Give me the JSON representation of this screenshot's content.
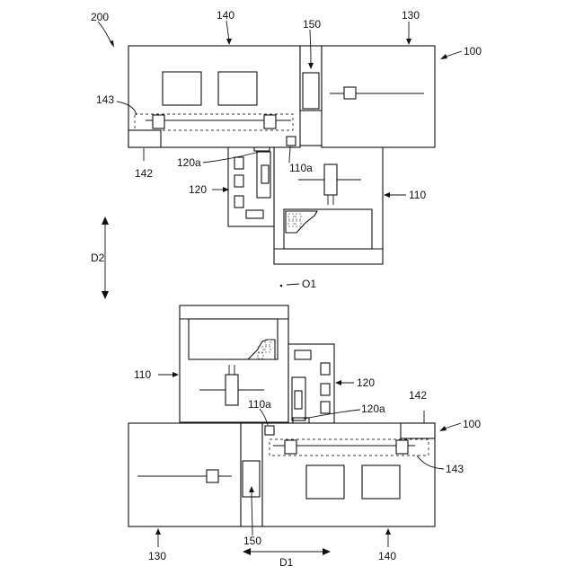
{
  "labels": {
    "system": "200",
    "unit_140": "140",
    "unit_150": "150",
    "unit_130": "130",
    "unit_100": "100",
    "unit_143": "143",
    "unit_142": "142",
    "unit_120a": "120a",
    "unit_110a": "110a",
    "unit_120": "120",
    "unit_110": "110",
    "dir_d2": "D2",
    "origin": "O1",
    "dir_d1": "D1"
  }
}
